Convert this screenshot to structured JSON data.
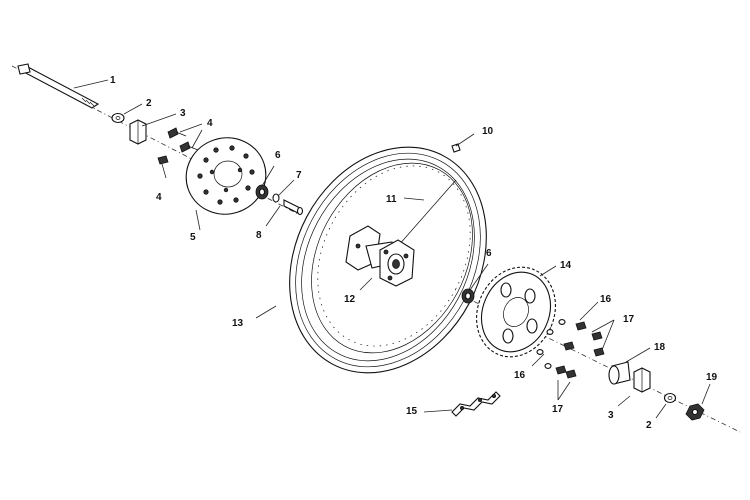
{
  "callouts": {
    "c1": "1",
    "c2a": "2",
    "c3a": "3",
    "c4a": "4",
    "c4b": "4",
    "c5": "5",
    "c6a": "6",
    "c7": "7",
    "c8": "8",
    "c10": "10",
    "c11": "11",
    "c12": "12",
    "c13": "13",
    "c6b": "6",
    "c14": "14",
    "c15": "15",
    "c16a": "16",
    "c17a": "17",
    "c16b": "16",
    "c17b": "17",
    "c18": "18",
    "c3b": "3",
    "c2b": "2",
    "c19": "19"
  }
}
